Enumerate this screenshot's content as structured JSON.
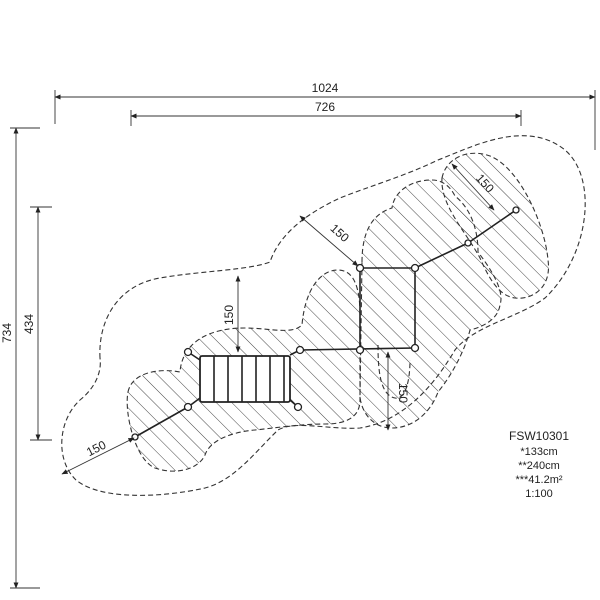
{
  "drawing": {
    "dimensions": {
      "overall_width": "1024",
      "inner_width": "726",
      "overall_height": "734",
      "inner_height": "434"
    },
    "clearances": {
      "top_right": "150",
      "upper_middle": "150",
      "center_vertical": "150",
      "right_vertical": "150",
      "bottom_left": "150"
    },
    "info": {
      "model": "FSW10301",
      "free_fall_height": "*133cm",
      "total_height": "**240cm",
      "area": "***41.2m²",
      "scale": "1:100"
    }
  }
}
